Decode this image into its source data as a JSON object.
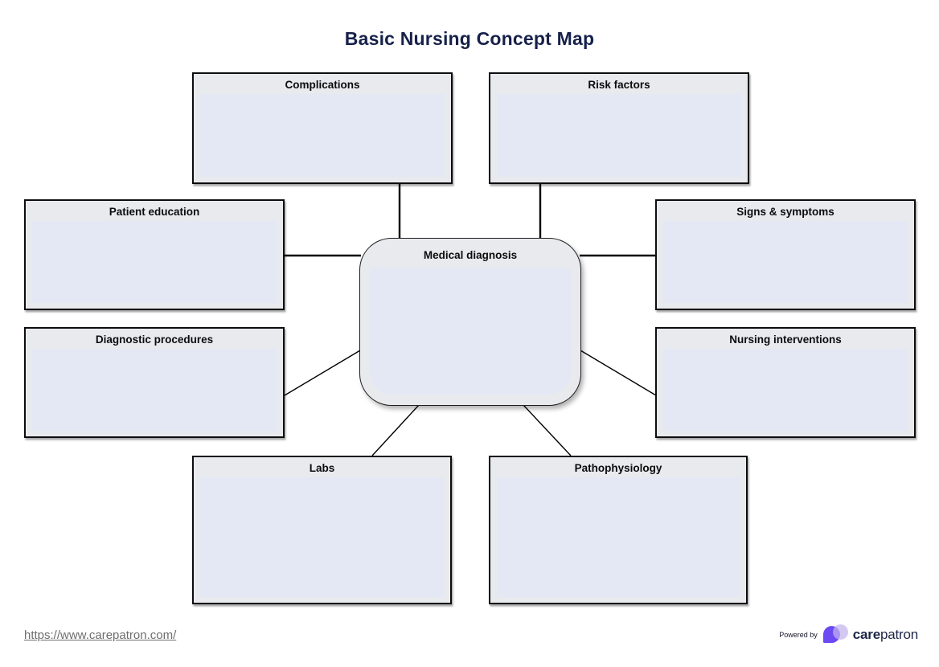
{
  "title": "Basic Nursing Concept Map",
  "diagram": {
    "type": "concept-map",
    "center": {
      "label": "Medical diagnosis"
    },
    "nodes": {
      "complications": {
        "label": "Complications"
      },
      "risk_factors": {
        "label": "Risk factors"
      },
      "patient_education": {
        "label": "Patient education"
      },
      "signs_symptoms": {
        "label": "Signs & symptoms"
      },
      "diagnostic_procedures": {
        "label": "Diagnostic procedures"
      },
      "nursing_interventions": {
        "label": "Nursing interventions"
      },
      "labs": {
        "label": "Labs"
      },
      "pathophysiology": {
        "label": "Pathophysiology"
      }
    }
  },
  "footer": {
    "url": "https://www.carepatron.com/",
    "powered_by_label": "Powered by",
    "brand": {
      "bold": "care",
      "regular": "patron"
    }
  },
  "colors": {
    "title_navy": "#17214a",
    "box_fill": "#e9eaee",
    "box_inner_fill": "#e3e8f4",
    "box_border": "#0d0d0d",
    "connector": "#000000",
    "link_gray": "#6e6e6e",
    "logo_purple": "#6c49f2",
    "logo_lavender": "#c3b3ef",
    "brand_navy": "#1d2646"
  }
}
